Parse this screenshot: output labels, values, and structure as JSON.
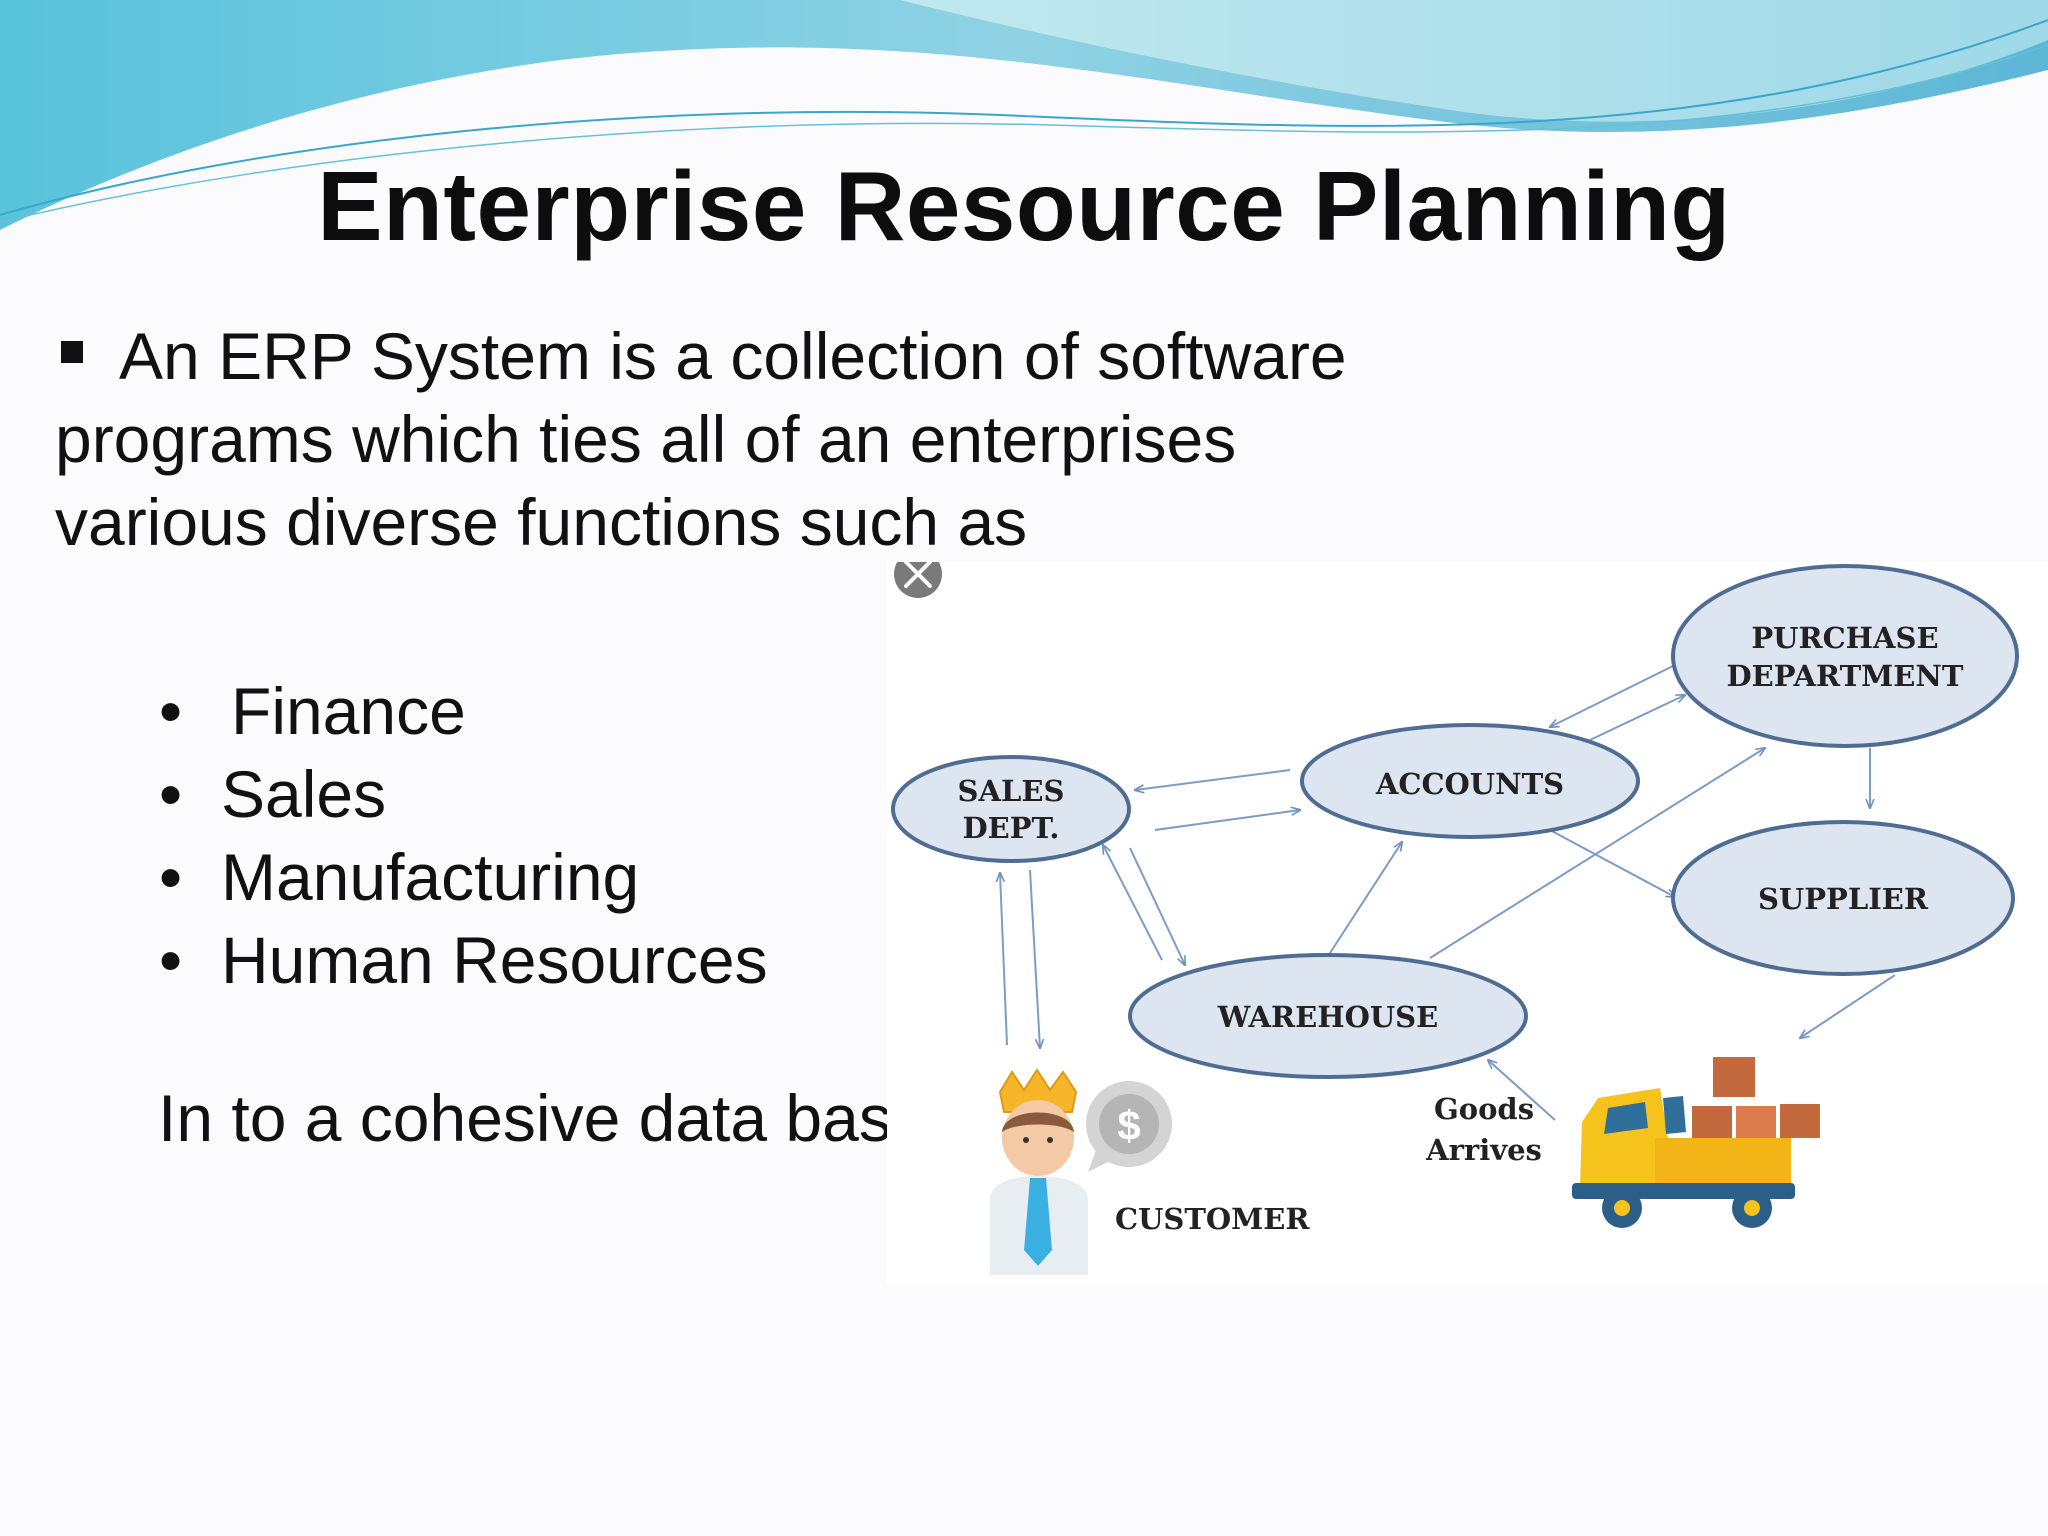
{
  "slide": {
    "title": "Enterprise Resource Planning",
    "intro_lines": [
      "An ERP System is a collection of software",
      "programs which ties all of an enterprises",
      "various diverse functions such as"
    ],
    "functions": [
      "Finance",
      "Sales",
      "Manufacturing",
      "Human Resources"
    ],
    "closing": "In to a cohesive data base"
  },
  "diagram": {
    "purchase_line1": "PURCHASE",
    "purchase_line2": "DEPARTMENT",
    "accounts": "ACCOUNTS",
    "sales_line1": "SALES",
    "sales_line2": "DEPT.",
    "supplier": "SUPPLIER",
    "warehouse": "WAREHOUSE",
    "goods_line1": "Goods",
    "goods_line2": "Arrives",
    "customer": "CUSTOMER",
    "currency_symbol": "$"
  },
  "colors": {
    "wave_dark": "#5fc0d8",
    "wave_light": "#b9e6ef",
    "node_fill": "#dde5f1",
    "node_stroke": "#4f6d93",
    "arrow": "#7d9cc4",
    "truck": "#f6c21c",
    "box": "#c26a3e"
  },
  "icons": [
    "close-icon",
    "customer-icon",
    "dollar-bubble-icon",
    "truck-icon"
  ]
}
